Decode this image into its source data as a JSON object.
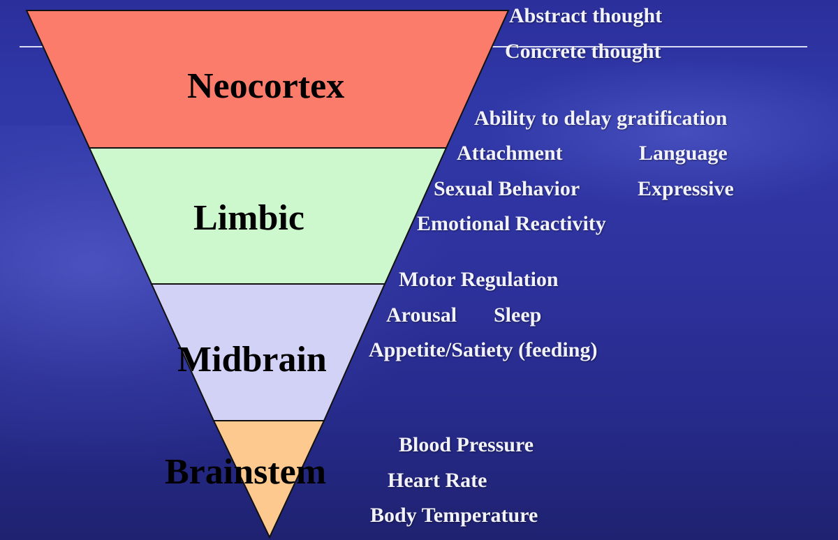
{
  "layers": {
    "neocortex": {
      "label": "Neocortex",
      "color": "#fb7c6b"
    },
    "limbic": {
      "label": "Limbic",
      "color": "#cdf7cc"
    },
    "midbrain": {
      "label": "Midbrain",
      "color": "#d2d1f6"
    },
    "brainstem": {
      "label": "Brainstem",
      "color": "#fdc98f"
    }
  },
  "functions": {
    "neocortex": {
      "abstract": "Abstract thought",
      "concrete": "Concrete thought"
    },
    "limbic": {
      "delay": "Ability to delay gratification",
      "attachment": "Attachment",
      "language": "Language",
      "sexual": "Sexual Behavior",
      "expressive": "Expressive",
      "emotional": "Emotional Reactivity"
    },
    "midbrain": {
      "motor": "Motor Regulation",
      "arousal": "Arousal",
      "sleep": "Sleep",
      "appetite": "Appetite/Satiety (feeding)"
    },
    "brainstem": {
      "blood_pressure": "Blood Pressure",
      "heart_rate": "Heart Rate",
      "body_temp": "Body Temperature"
    }
  },
  "colors": {
    "background": "#2b2f9c",
    "text": "#f2f2fa"
  }
}
